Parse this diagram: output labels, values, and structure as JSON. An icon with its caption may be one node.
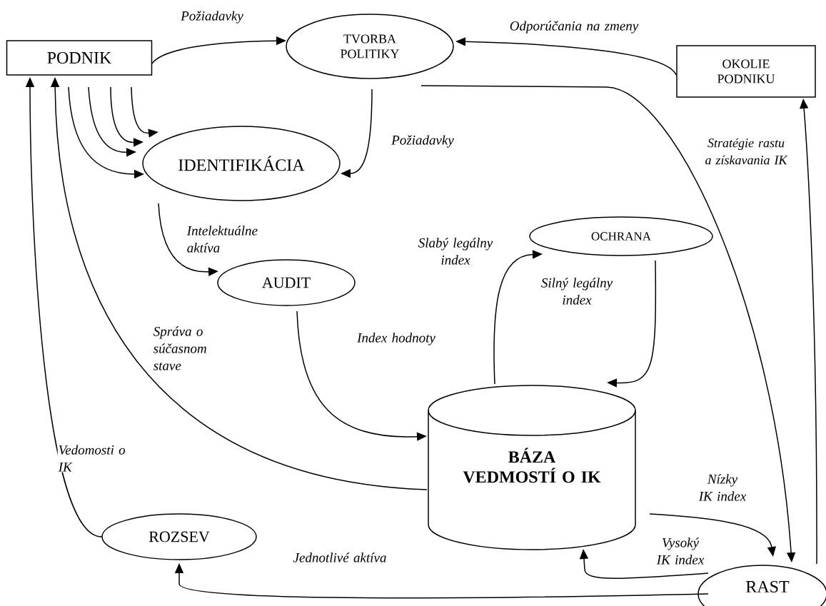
{
  "diagram": {
    "nodes": [
      {
        "text": [
          "PODNIK"
        ]
      },
      {
        "text": [
          "TVORBA POLITIKY"
        ]
      },
      {
        "text": [
          "OKOLIE PODNIKU"
        ]
      },
      {
        "text": [
          "IDENTIFIKÁCIA"
        ]
      },
      {
        "text": [
          "AUDIT"
        ]
      },
      {
        "text": [
          "OCHRANA"
        ]
      },
      {
        "text": [
          "BÁZA VEDMOSTÍ O IK"
        ]
      },
      {
        "text": [
          "ROZSEV"
        ]
      },
      {
        "text": [
          "RAST"
        ]
      }
    ],
    "edges": [
      {
        "from": 0,
        "to": 1,
        "arrow": "to",
        "label": "Požiadavky"
      },
      {
        "from": 2,
        "to": 1,
        "arrow": "to",
        "label": "Odporúčania na zmeny"
      },
      {
        "from": 1,
        "to": 8,
        "arrow": "to",
        "label": "Stratégie rastu a získavania IK"
      },
      {
        "from": 8,
        "to": 2,
        "arrow": "to"
      },
      {
        "from": 0,
        "to": 3,
        "arrow": "to"
      },
      {
        "from": 0,
        "to": 3,
        "arrow": "to"
      },
      {
        "from": 0,
        "to": 3,
        "arrow": "to"
      },
      {
        "from": 0,
        "to": 3,
        "arrow": "to"
      },
      {
        "from": 1,
        "to": 3,
        "arrow": "to",
        "label": "Požiadavky"
      },
      {
        "from": 3,
        "to": 4,
        "arrow": "to",
        "label": "Intelektuálne aktíva"
      },
      {
        "from": 4,
        "to": 6,
        "arrow": "to",
        "label": "Index hodnoty"
      },
      {
        "from": 6,
        "to": 5,
        "arrow": "to",
        "label": "Slabý legálny index"
      },
      {
        "from": 5,
        "to": 6,
        "arrow": "to",
        "label": "Silný legálny index"
      },
      {
        "from": 6,
        "to": 0,
        "arrow": "to",
        "label": "Správa o súčasnom stave"
      },
      {
        "from": 7,
        "to": 0,
        "arrow": "to",
        "label": "Vedomosti o IK"
      },
      {
        "from": 6,
        "to": 8,
        "arrow": "to",
        "label": "Nízky IK index"
      },
      {
        "from": 8,
        "to": 6,
        "arrow": "to",
        "label": "Vysoký IK index"
      },
      {
        "from": 8,
        "to": 7,
        "arrow": "to",
        "label": "Jednotlivé aktíva"
      }
    ]
  }
}
